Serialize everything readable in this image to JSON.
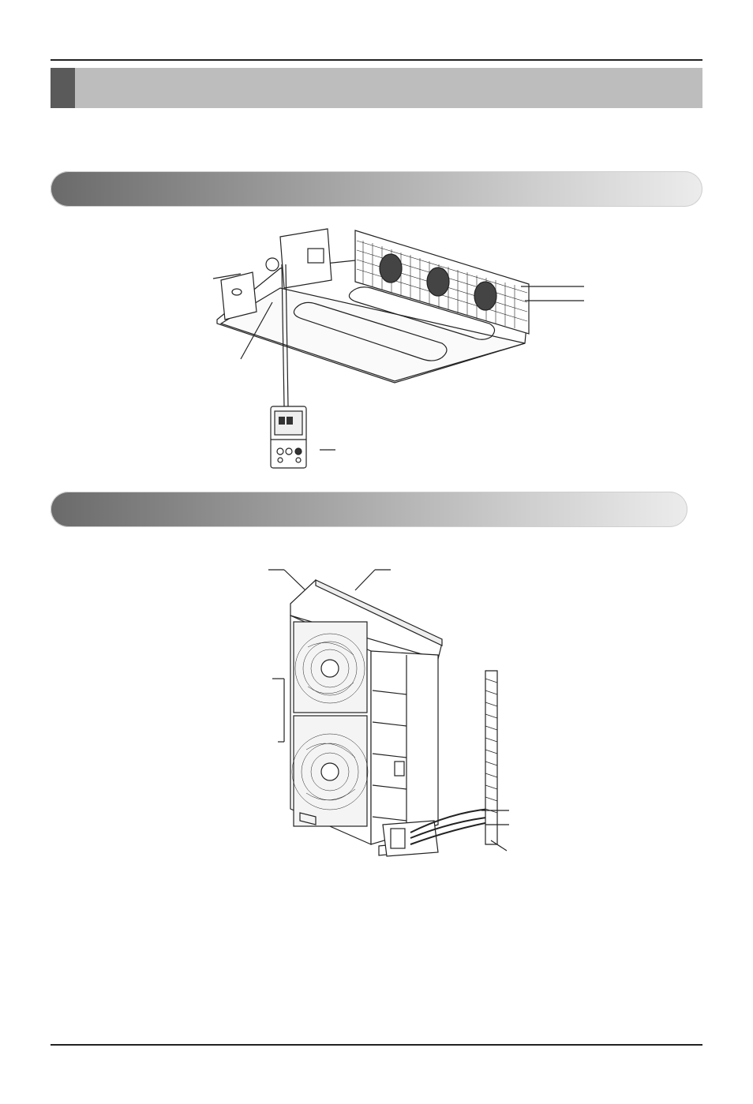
{
  "page": {
    "title": "",
    "sections": [
      {
        "id": "indoor",
        "title": ""
      },
      {
        "id": "outdoor",
        "title": ""
      }
    ]
  },
  "icons": {
    "indoor_figure": "ducted-indoor-unit-illustration",
    "remote": "wired-remote-controller-illustration",
    "outdoor_figure": "outdoor-unit-illustration"
  },
  "colors": {
    "title_bar": "#bdbdbd",
    "title_tab": "#5a5a5a",
    "rule": "#222222"
  }
}
